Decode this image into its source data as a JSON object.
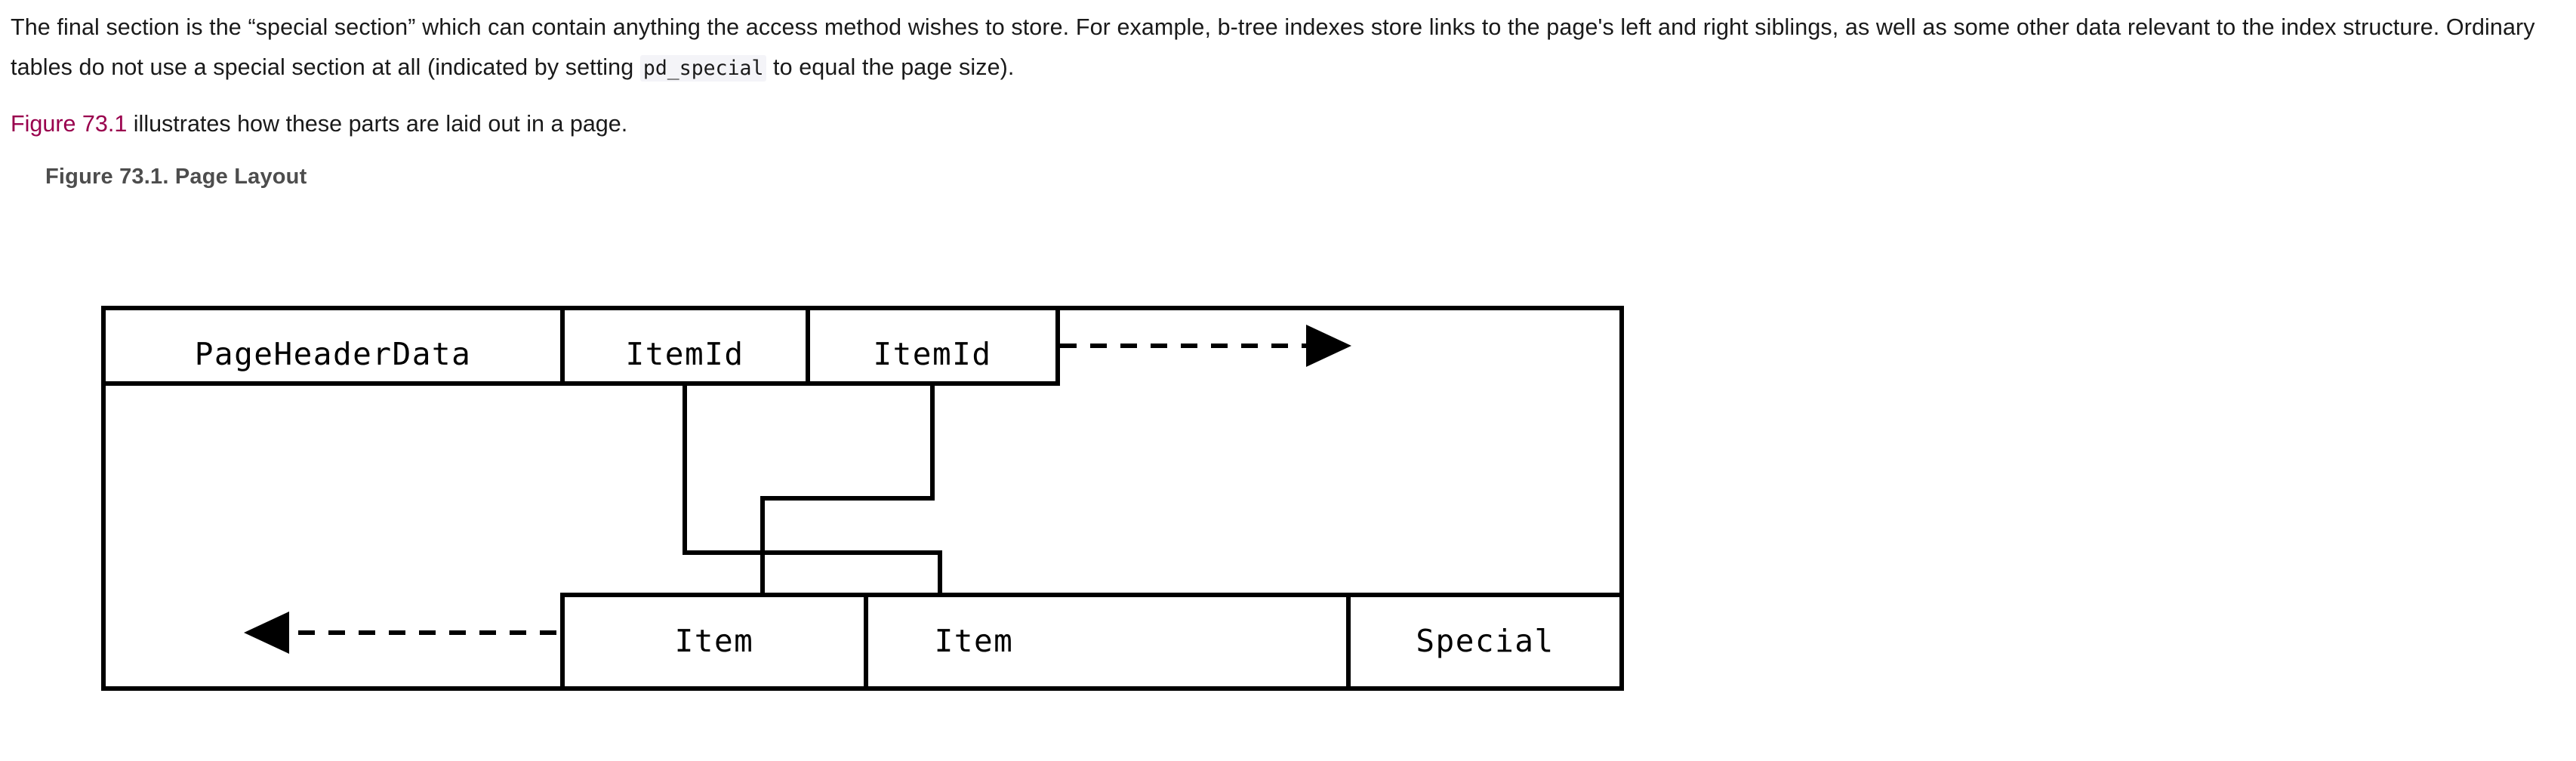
{
  "document": {
    "paragraph_1": {
      "before_code": "The final section is the “special section” which can contain anything the access method wishes to store. For example, b-tree indexes store links to the page's left and right siblings, as well as some other data relevant to the index structure. Ordinary tables do not use a special section at all (indicated by setting ",
      "code": "pd_special",
      "after_code": " to equal the page size)."
    },
    "figure_reference": {
      "link_text": "Figure 73.1",
      "rest_text": " illustrates how these parts are laid out in a page.",
      "link_color": "#99004d"
    },
    "figure_caption": "Figure 73.1. Page Layout"
  },
  "diagram": {
    "title": "Page Layout",
    "stroke_color": "#000000",
    "fill_color": "#ffffff",
    "boxes": {
      "page_header": "PageHeaderData",
      "item_id_1": "ItemId",
      "item_id_2": "ItemId",
      "item_1": "Item",
      "item_2": "Item",
      "special": "Special"
    },
    "arrows": {
      "top_dashed_right": "dashed-arrow-right",
      "bottom_dashed_left": "dashed-arrow-left",
      "pointer_1": "itemid-to-item-arrow",
      "pointer_2": "itemid-to-item-arrow"
    }
  }
}
